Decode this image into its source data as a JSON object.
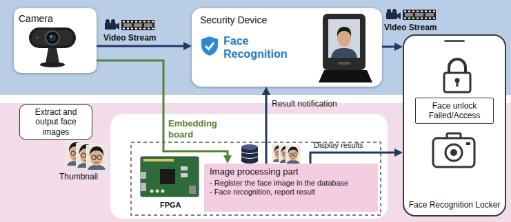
{
  "diagram": {
    "nodes": [
      {
        "text": [
          "Camera"
        ]
      },
      {
        "text": [
          "Security Device",
          "Face Recognition"
        ]
      },
      {
        "text": [
          "Face Recognition Locker"
        ]
      },
      {
        "text": [
          "Face unlock Failed/Access"
        ],
        "in": 2
      },
      {
        "text": [
          "Extract and output face images"
        ]
      },
      {
        "text": [
          "Embedding board"
        ]
      },
      {
        "text": [
          "Image processing part",
          "- Register the face image in the database",
          "- Face recognition, report result"
        ],
        "in": 5
      }
    ],
    "edges": [
      {
        "from": 0,
        "to": 1,
        "arrow": "to",
        "label": "Video Stream"
      },
      {
        "from": 1,
        "to": 2,
        "arrow": "to",
        "label": "Video Stream"
      },
      {
        "from": 0,
        "to": 6,
        "arrow": "to"
      },
      {
        "from": 6,
        "to": 1,
        "arrow": "to",
        "label": "Result notification"
      },
      {
        "from": 6,
        "to": 2,
        "arrow": "to",
        "label": "Display results"
      }
    ],
    "labels": [
      "Thumbnail",
      "FPGA"
    ]
  }
}
